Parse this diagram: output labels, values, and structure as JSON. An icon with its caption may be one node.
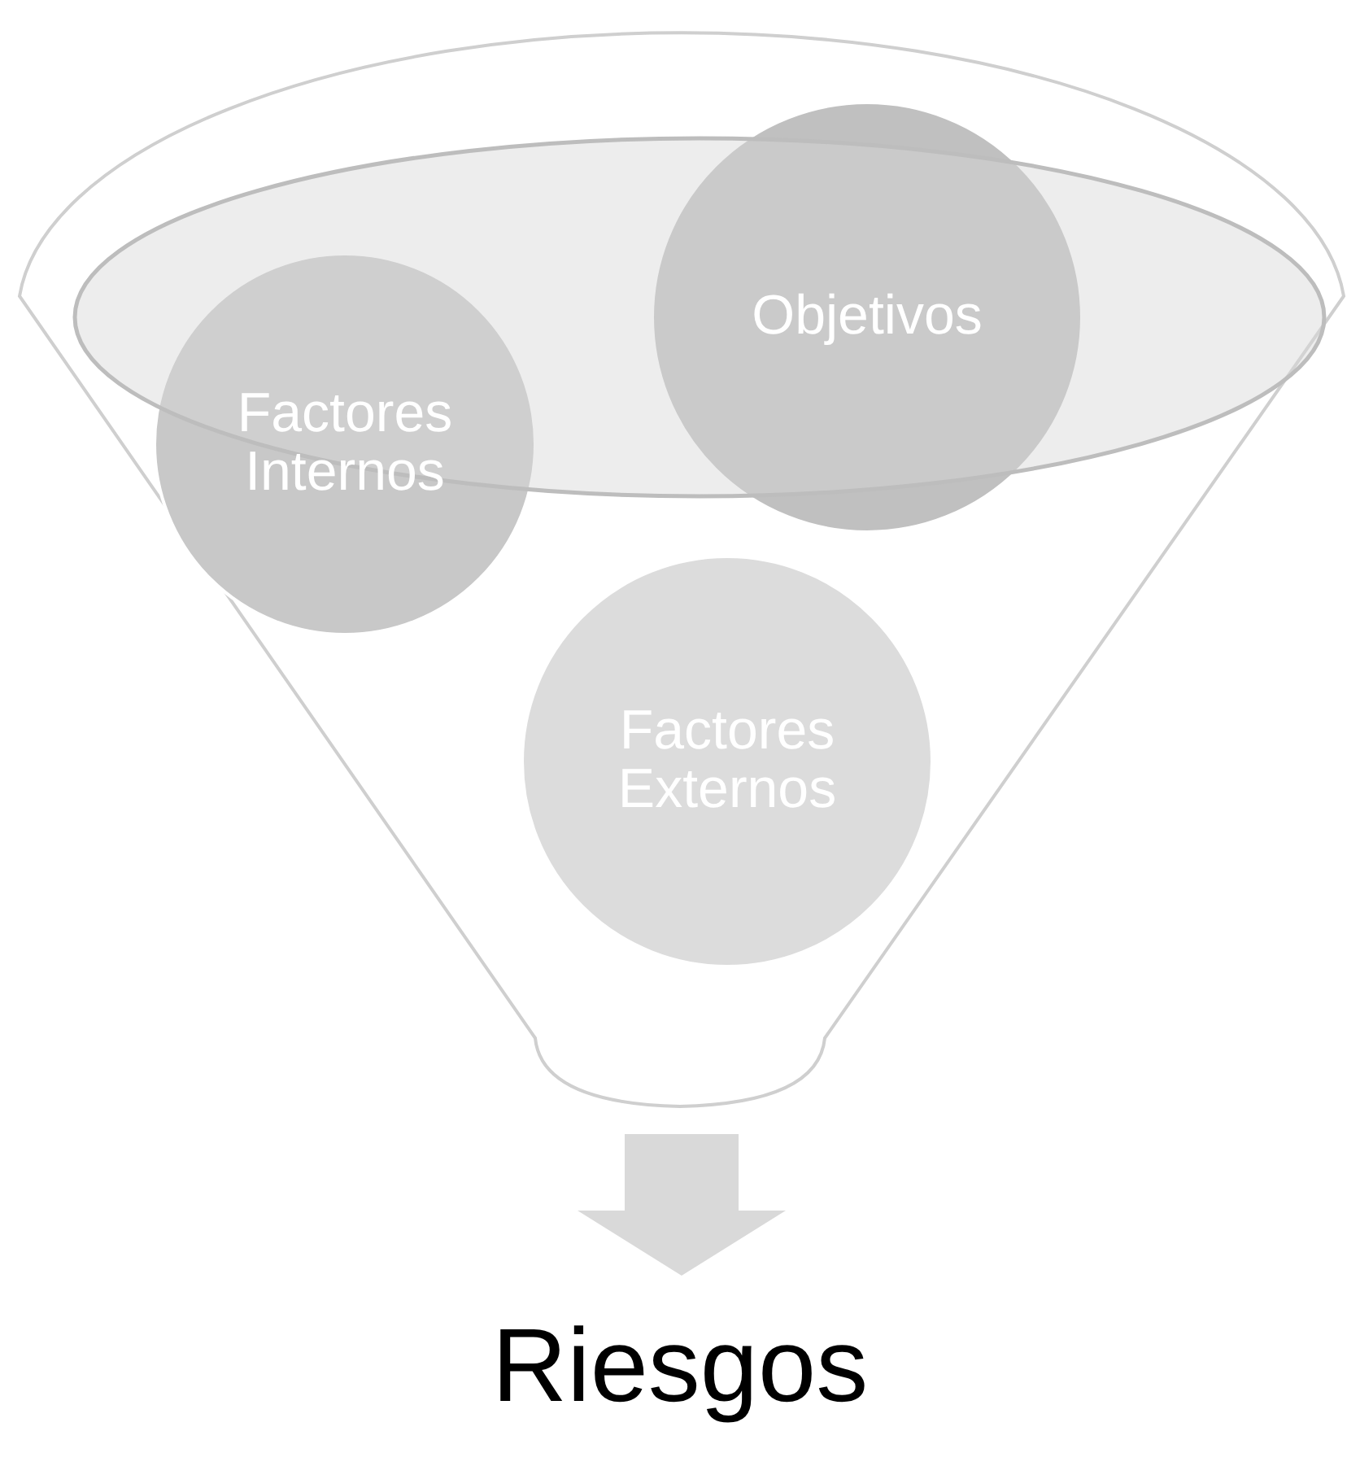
{
  "diagram": {
    "nodes": [
      {
        "text": [],
        "shape": "funnel"
      },
      {
        "text": [
          "Factores Internos"
        ],
        "in": 0
      },
      {
        "text": [
          "Objetivos"
        ],
        "in": 0
      },
      {
        "text": [
          "Factores Externos"
        ],
        "in": 0
      },
      {
        "text": [
          "Riesgos"
        ]
      }
    ],
    "edges": [
      {
        "from": 0,
        "to": 4,
        "arrow": "to"
      }
    ]
  }
}
